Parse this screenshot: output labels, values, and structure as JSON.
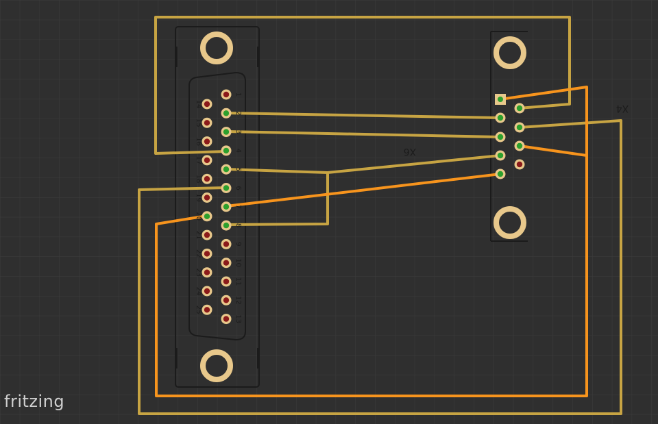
{
  "app": {
    "logo_text": "fritzing"
  },
  "labels": {
    "x6": "X6",
    "x4": "X4"
  },
  "db25": {
    "top_row": [
      "1",
      "2",
      "3",
      "4",
      "5",
      "6",
      "7",
      "8",
      "9",
      "10",
      "11",
      "12",
      "13"
    ],
    "bottom_row": [
      "14",
      "15",
      "16",
      "17",
      "18",
      "19",
      "20",
      "21",
      "22",
      "23",
      "24",
      "25"
    ]
  },
  "colors": {
    "background": "#2f2f2f",
    "grid": "#3d3d3d",
    "trace_top": "#c7a443",
    "trace_bottom": "#f7941d",
    "silkscreen": "#1a1a1a",
    "mounting_hole": "#e8c88b",
    "pad_ring": "#e8c88b",
    "pad_unconnected": "#8b1a1a",
    "pad_connected": "#2ca02c"
  }
}
